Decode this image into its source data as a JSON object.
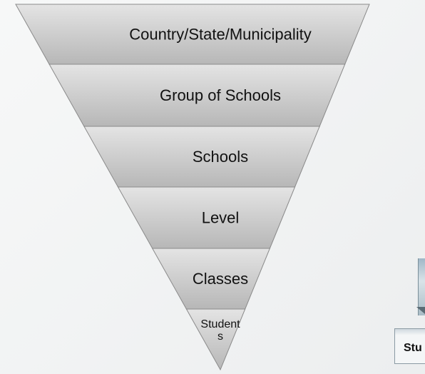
{
  "levels": [
    {
      "label_lines": [
        "Country/State/Municipality"
      ]
    },
    {
      "label_lines": [
        "Group of Schools"
      ]
    },
    {
      "label_lines": [
        "Schools"
      ]
    },
    {
      "label_lines": [
        "Level"
      ]
    },
    {
      "label_lines": [
        "Classes"
      ]
    },
    {
      "label_lines": [
        "Student",
        "s"
      ]
    }
  ],
  "thumbnail": {
    "label": "Stu"
  },
  "colors": {
    "band_top": "#dedede",
    "band_bottom": "#b9b9b9",
    "outline": "#8a8a8a"
  }
}
